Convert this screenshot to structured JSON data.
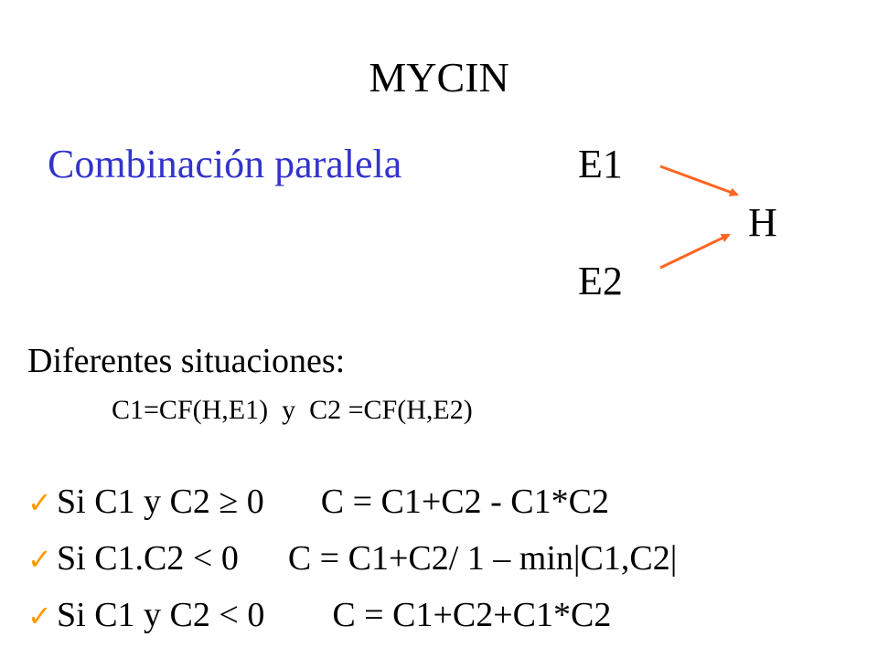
{
  "title": "MYCIN",
  "subtitle": "Combinación paralela",
  "diagram": {
    "e1": "E1",
    "h": "H",
    "e2": "E2",
    "arrow_color": "#ff6622"
  },
  "section_heading": "Diferentes situaciones:",
  "definition": "C1=CF(H,E1)  y  C2 =CF(H,E2)",
  "bullet_icon": "check-mark",
  "bullet_glyph": "✓",
  "rules": [
    {
      "condition": "Si C1 y C2 ≥ 0",
      "formula": "C = C1+C2 - C1*C2"
    },
    {
      "condition": "Si C1.C2 < 0",
      "formula": "C = C1+C2/ 1 – min|C1,C2|"
    },
    {
      "condition": "Si C1 y C2 < 0",
      "formula": "C = C1+C2+C1*C2"
    }
  ],
  "colors": {
    "subtitle": "#3333cc",
    "check": "#ff9900",
    "text": "#000000"
  }
}
